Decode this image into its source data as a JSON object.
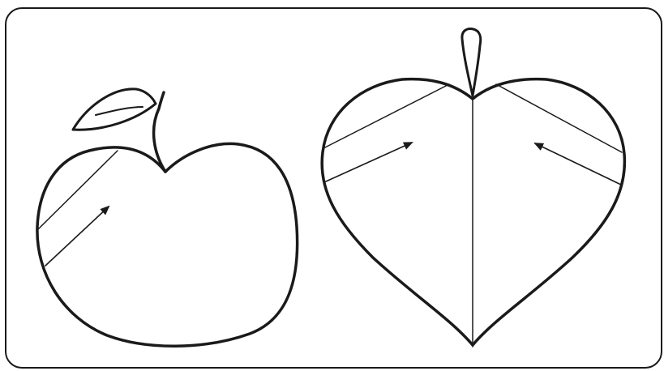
{
  "colors": {
    "background": "#ffffff",
    "ink": "#1a1a1a"
  },
  "figures": [
    {
      "icon": "apple-icon",
      "parts": [
        "body",
        "stem",
        "leaf",
        "fold-lines",
        "direction-arrow"
      ]
    },
    {
      "icon": "leaf-heart-icon",
      "parts": [
        "outline",
        "stem",
        "midrib",
        "left-fold-lines",
        "right-fold-lines",
        "left-arrow",
        "right-arrow"
      ]
    }
  ]
}
